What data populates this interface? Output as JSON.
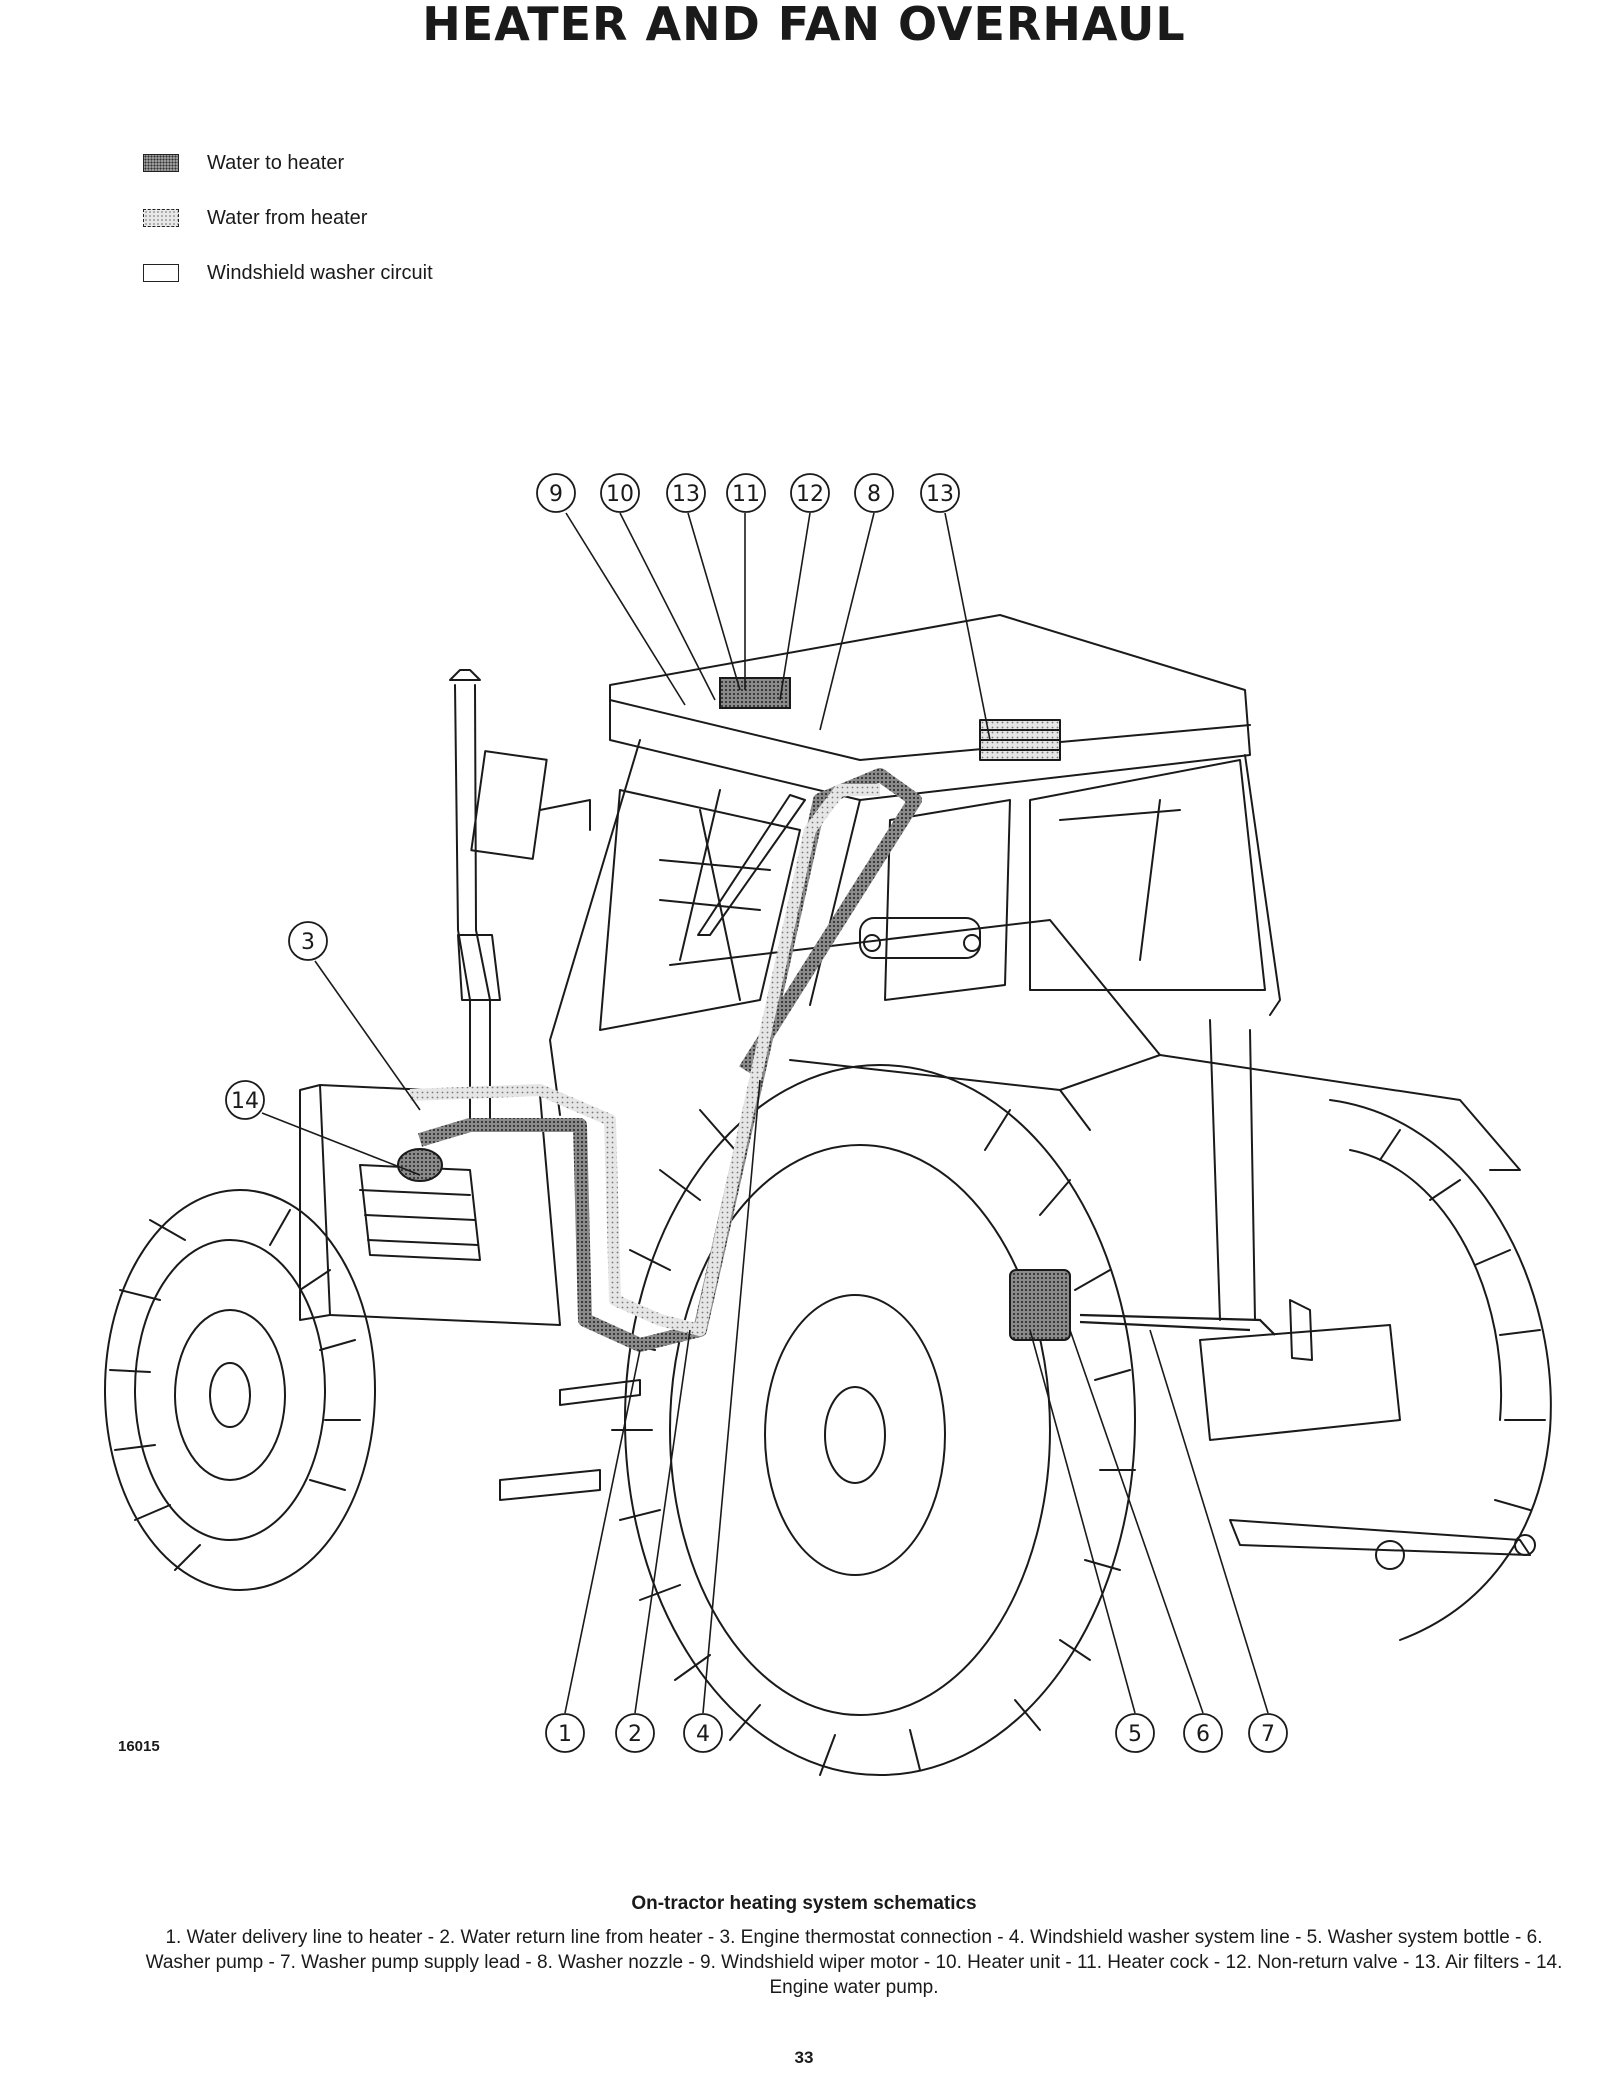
{
  "title": "HEATER AND FAN OVERHAUL",
  "legend": [
    {
      "label": "Water to heater",
      "pattern": "dense-dots"
    },
    {
      "label": "Water from heater",
      "pattern": "light-dots"
    },
    {
      "label": "Windshield washer circuit",
      "pattern": "empty"
    }
  ],
  "callouts": {
    "top": [
      "9",
      "10",
      "13",
      "11",
      "12",
      "8",
      "13"
    ],
    "left": [
      "3",
      "14"
    ],
    "bottom": [
      "1",
      "2",
      "4",
      "5",
      "6",
      "7"
    ]
  },
  "figure_id": "16015",
  "caption": {
    "title": "On-tractor heating system schematics",
    "body": "1. Water delivery line to heater - 2. Water return line from heater - 3. Engine thermostat connection - 4. Windshield washer system line - 5. Washer system bottle - 6. Washer pump - 7. Washer pump supply lead - 8. Washer nozzle - 9. Windshield wiper motor - 10. Heater unit - 11. Heater cock - 12. Non-return valve - 13. Air filters - 14. Engine water pump."
  },
  "page_number": "33",
  "colors": {
    "ink": "#1a1a1a",
    "background": "#ffffff"
  }
}
